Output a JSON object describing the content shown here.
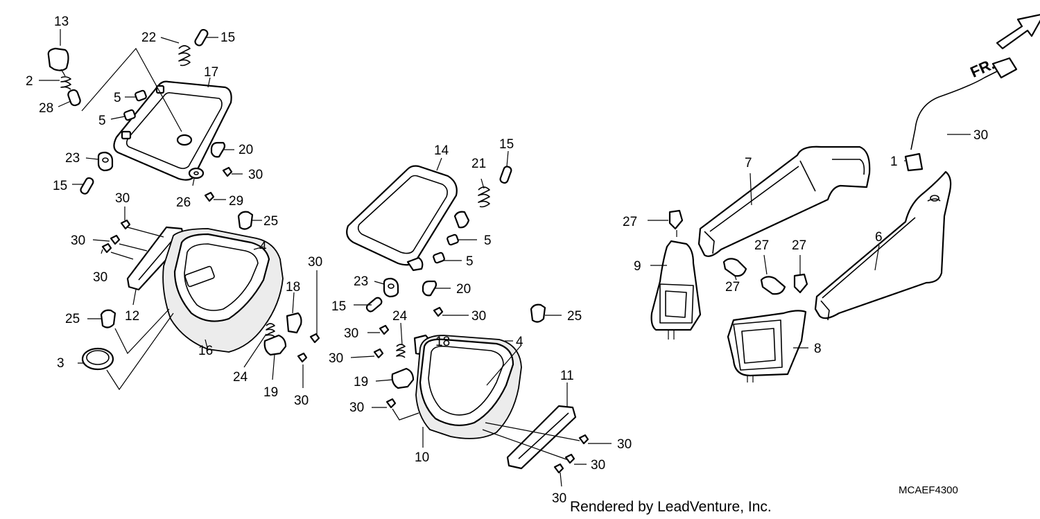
{
  "diagram": {
    "code": "MCAEF4300",
    "credit": "Rendered by LeadVenture, Inc.",
    "direction_label": "FR.",
    "callouts": [
      {
        "id": "c13a",
        "label": "13"
      },
      {
        "id": "c2a",
        "label": "2"
      },
      {
        "id": "c28a",
        "label": "28"
      },
      {
        "id": "c22a",
        "label": "22"
      },
      {
        "id": "c15a",
        "label": "15"
      },
      {
        "id": "c17a",
        "label": "17"
      },
      {
        "id": "c5a",
        "label": "5"
      },
      {
        "id": "c5b",
        "label": "5"
      },
      {
        "id": "c23a",
        "label": "23"
      },
      {
        "id": "c15b",
        "label": "15"
      },
      {
        "id": "c20a",
        "label": "20"
      },
      {
        "id": "c30a",
        "label": "30"
      },
      {
        "id": "c26a",
        "label": "26"
      },
      {
        "id": "c29a",
        "label": "29"
      },
      {
        "id": "c30b",
        "label": "30"
      },
      {
        "id": "c25a",
        "label": "25"
      },
      {
        "id": "c30c",
        "label": "30"
      },
      {
        "id": "c30d",
        "label": "30"
      },
      {
        "id": "c4a",
        "label": "4"
      },
      {
        "id": "c12a",
        "label": "12"
      },
      {
        "id": "c25b",
        "label": "25"
      },
      {
        "id": "c3a",
        "label": "3"
      },
      {
        "id": "c16a",
        "label": "16"
      },
      {
        "id": "c24a",
        "label": "24"
      },
      {
        "id": "c18a",
        "label": "18"
      },
      {
        "id": "c30e",
        "label": "30"
      },
      {
        "id": "c19a",
        "label": "19"
      },
      {
        "id": "c30f",
        "label": "30"
      },
      {
        "id": "c14a",
        "label": "14"
      },
      {
        "id": "c15c",
        "label": "15"
      },
      {
        "id": "c21a",
        "label": "21"
      },
      {
        "id": "c5c",
        "label": "5"
      },
      {
        "id": "c5d",
        "label": "5"
      },
      {
        "id": "c23b",
        "label": "23"
      },
      {
        "id": "c20b",
        "label": "20"
      },
      {
        "id": "c15d",
        "label": "15"
      },
      {
        "id": "c30g",
        "label": "30"
      },
      {
        "id": "c24b",
        "label": "24"
      },
      {
        "id": "c25c",
        "label": "25"
      },
      {
        "id": "c30h",
        "label": "30"
      },
      {
        "id": "c18b",
        "label": "18"
      },
      {
        "id": "c4b",
        "label": "4"
      },
      {
        "id": "c30i",
        "label": "30"
      },
      {
        "id": "c19b",
        "label": "19"
      },
      {
        "id": "c11a",
        "label": "11"
      },
      {
        "id": "c30j",
        "label": "30"
      },
      {
        "id": "c10a",
        "label": "10"
      },
      {
        "id": "c30k",
        "label": "30"
      },
      {
        "id": "c30l",
        "label": "30"
      },
      {
        "id": "c30m",
        "label": "30"
      },
      {
        "id": "c7a",
        "label": "7"
      },
      {
        "id": "c27a",
        "label": "27"
      },
      {
        "id": "c9a",
        "label": "9"
      },
      {
        "id": "c27b",
        "label": "27"
      },
      {
        "id": "c27c",
        "label": "27"
      },
      {
        "id": "c27d",
        "label": "27"
      },
      {
        "id": "c8a",
        "label": "8"
      },
      {
        "id": "c6a",
        "label": "6"
      },
      {
        "id": "c1a",
        "label": "1"
      },
      {
        "id": "c30n",
        "label": "30"
      }
    ]
  }
}
